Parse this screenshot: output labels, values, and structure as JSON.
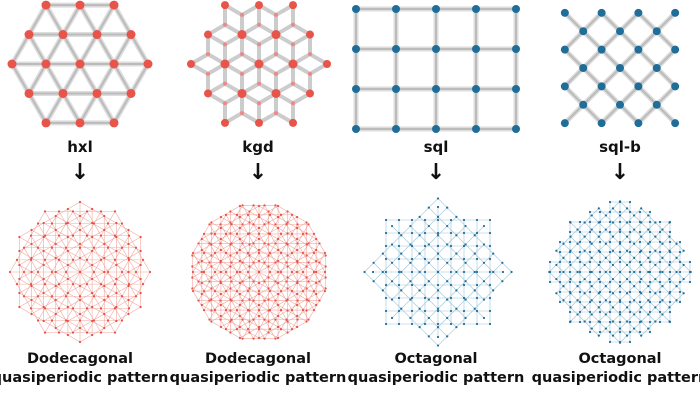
{
  "colors": {
    "red": "#e8534a",
    "blue": "#1f6e9a",
    "bond": "#c8c8c8"
  },
  "panels": [
    {
      "net": "hxl",
      "arrow": "↓",
      "caption_line1": "Dodecagonal",
      "caption_line2": "quasiperiodic pattern",
      "color": "red",
      "symmetry": 12
    },
    {
      "net": "kgd",
      "arrow": "↓",
      "caption_line1": "Dodecagonal",
      "caption_line2": "quasiperiodic pattern",
      "color": "red",
      "symmetry": 12
    },
    {
      "net": "sql",
      "arrow": "↓",
      "caption_line1": "Octagonal",
      "caption_line2": "quasiperiodic pattern",
      "color": "blue",
      "symmetry": 8
    },
    {
      "net": "sql-b",
      "arrow": "↓",
      "caption_line1": "Octagonal",
      "caption_line2": "quasiperiodic pattern",
      "color": "blue",
      "symmetry": 8
    }
  ]
}
